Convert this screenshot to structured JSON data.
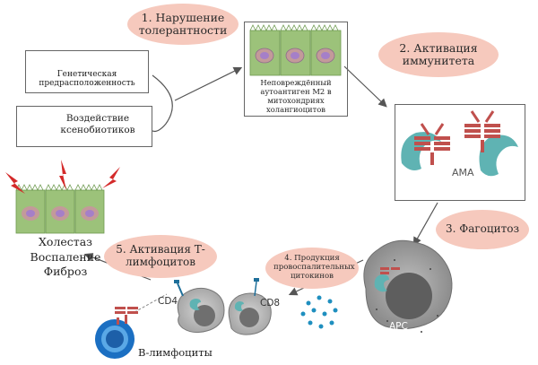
{
  "steps": {
    "s1": "1. Нарушение толерантности",
    "s2": "2. Активация иммунитета",
    "s3": "3. Фагоцитоз",
    "s4": "4. Продукция провоспалительных цитокинов",
    "s5": "5. Активация Т-лимфоцитов"
  },
  "factors": {
    "genetic": "Генетическая предрасположенность",
    "xeno": "Воздействие ксенобиотиков"
  },
  "antigen": "Неповреждённый аутоантиген М2 в митохондриях холангиоцитов",
  "labels": {
    "ama": "AMA",
    "apc": "APC",
    "cd4": "CD4",
    "cd8": "CD8",
    "b_cells": "В-лимфоциты",
    "outcome1": "Холестаз",
    "outcome2": "Воспаление",
    "outcome3": "Фиброз"
  },
  "colors": {
    "oval": "#f6c9bd",
    "cell_green": "#9cc27a",
    "nucleus": "#b79ad6",
    "antibody": "#c0504d",
    "ama_teal": "#5fb3b3",
    "apc_gray": "#9a9a9a",
    "lightning": "#d42a2a",
    "b_cell_blue": "#1b6fc2"
  }
}
